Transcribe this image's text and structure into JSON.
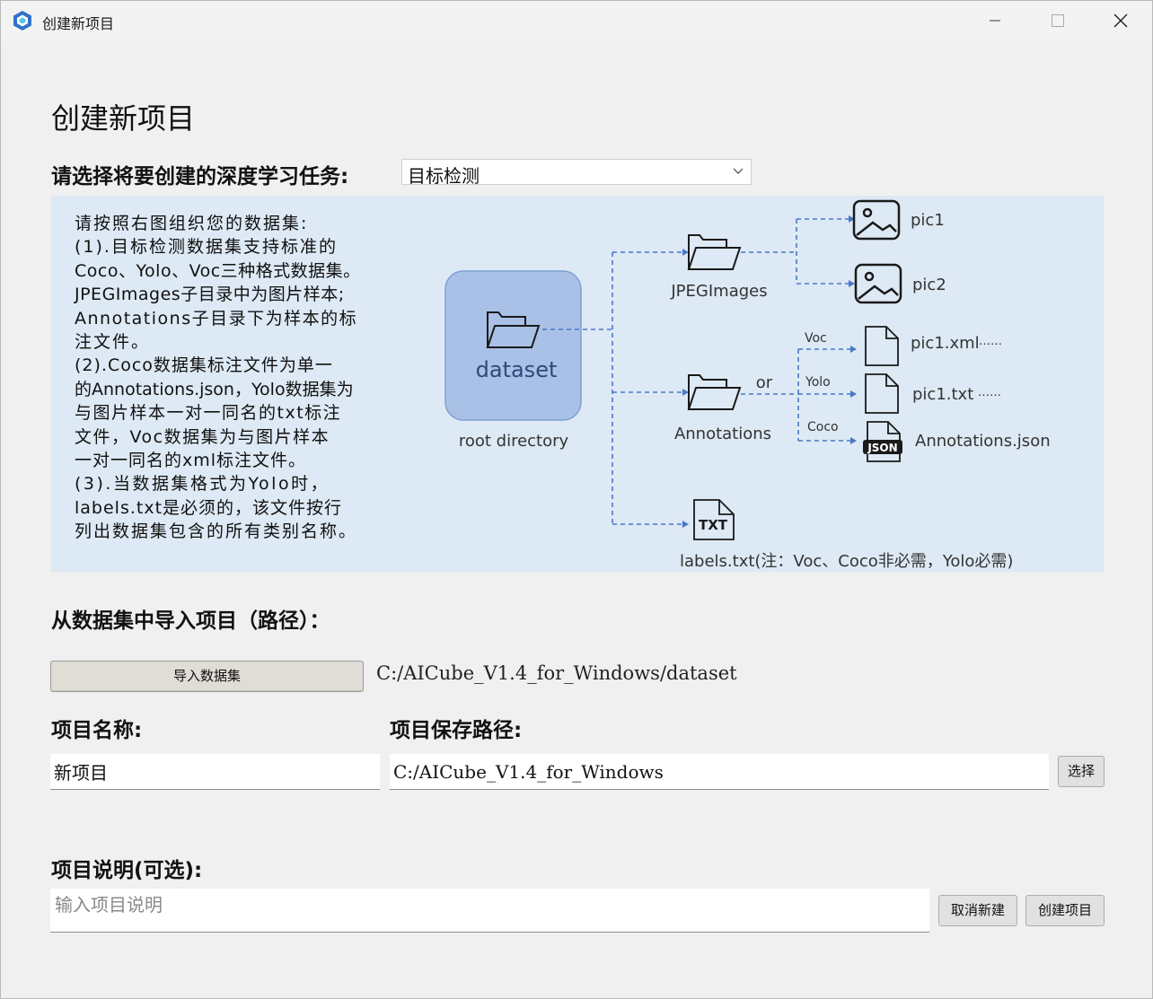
{
  "window": {
    "title": "创建新项目",
    "controls": [
      "minimize-icon",
      "maximize-icon",
      "close-icon"
    ]
  },
  "page": {
    "title": "创建新项目"
  },
  "task": {
    "label": "请选择将要创建的深度学习任务:",
    "selected": "目标检测"
  },
  "guide": {
    "lines": [
      "请按照右图组织您的数据集:",
      "(1).目标检测数据集支持标准的",
      "Coco、Yolo、Voc三种格式数据集。",
      "JPEGImages子目录中为图片样本;",
      "Annotations子目录下为样本的标",
      "注文件。",
      "(2).Coco数据集标注文件为单一",
      "的Annotations.json，Yolo数据集为",
      "与图片样本一对一同名的txt标注",
      "文件，Voc数据集为与图片样本",
      "一对一同名的xml标注文件。",
      "(3).当数据集格式为Yolo时，",
      "labels.txt是必须的，该文件按行",
      "列出数据集包含的所有类别名称。"
    ]
  },
  "diagram": {
    "root_name": "dataset",
    "root_caption": "root directory",
    "jpeg_dir": "JPEGImages",
    "annotations_dir": "Annotations",
    "or_label": "or",
    "pic1": "pic1",
    "pic2": "pic2",
    "voc_label": "Voc",
    "yolo_label": "Yolo",
    "coco_label": "Coco",
    "xml_file": "pic1.xml",
    "txt_file": "pic1.txt",
    "json_file": "Annotations.json",
    "ellipsis": "……",
    "txt_icon_text": "TXT",
    "json_icon_text": "JSON",
    "labels_note": "labels.txt(注：Voc、Coco非必需，Yolo必需)",
    "colors": {
      "panel": "#dde9f4",
      "root_box": "#a9c1e6",
      "root_border": "#7f9fd2",
      "dash": "#4a78c8",
      "icon": "#1a1a1a"
    }
  },
  "import": {
    "label": "从数据集中导入项目（路径）：",
    "button": "导入数据集",
    "path": "C:/AICube_V1.4_for_Windows/dataset"
  },
  "project": {
    "name_label": "项目名称:",
    "name_value": "新项目",
    "savepath_label": "项目保存路径:",
    "savepath_value": "C:/AICube_V1.4_for_Windows",
    "choose_button": "选择"
  },
  "description": {
    "label": "项目说明(可选):",
    "placeholder": "输入项目说明"
  },
  "actions": {
    "cancel": "取消新建",
    "create": "创建项目"
  }
}
